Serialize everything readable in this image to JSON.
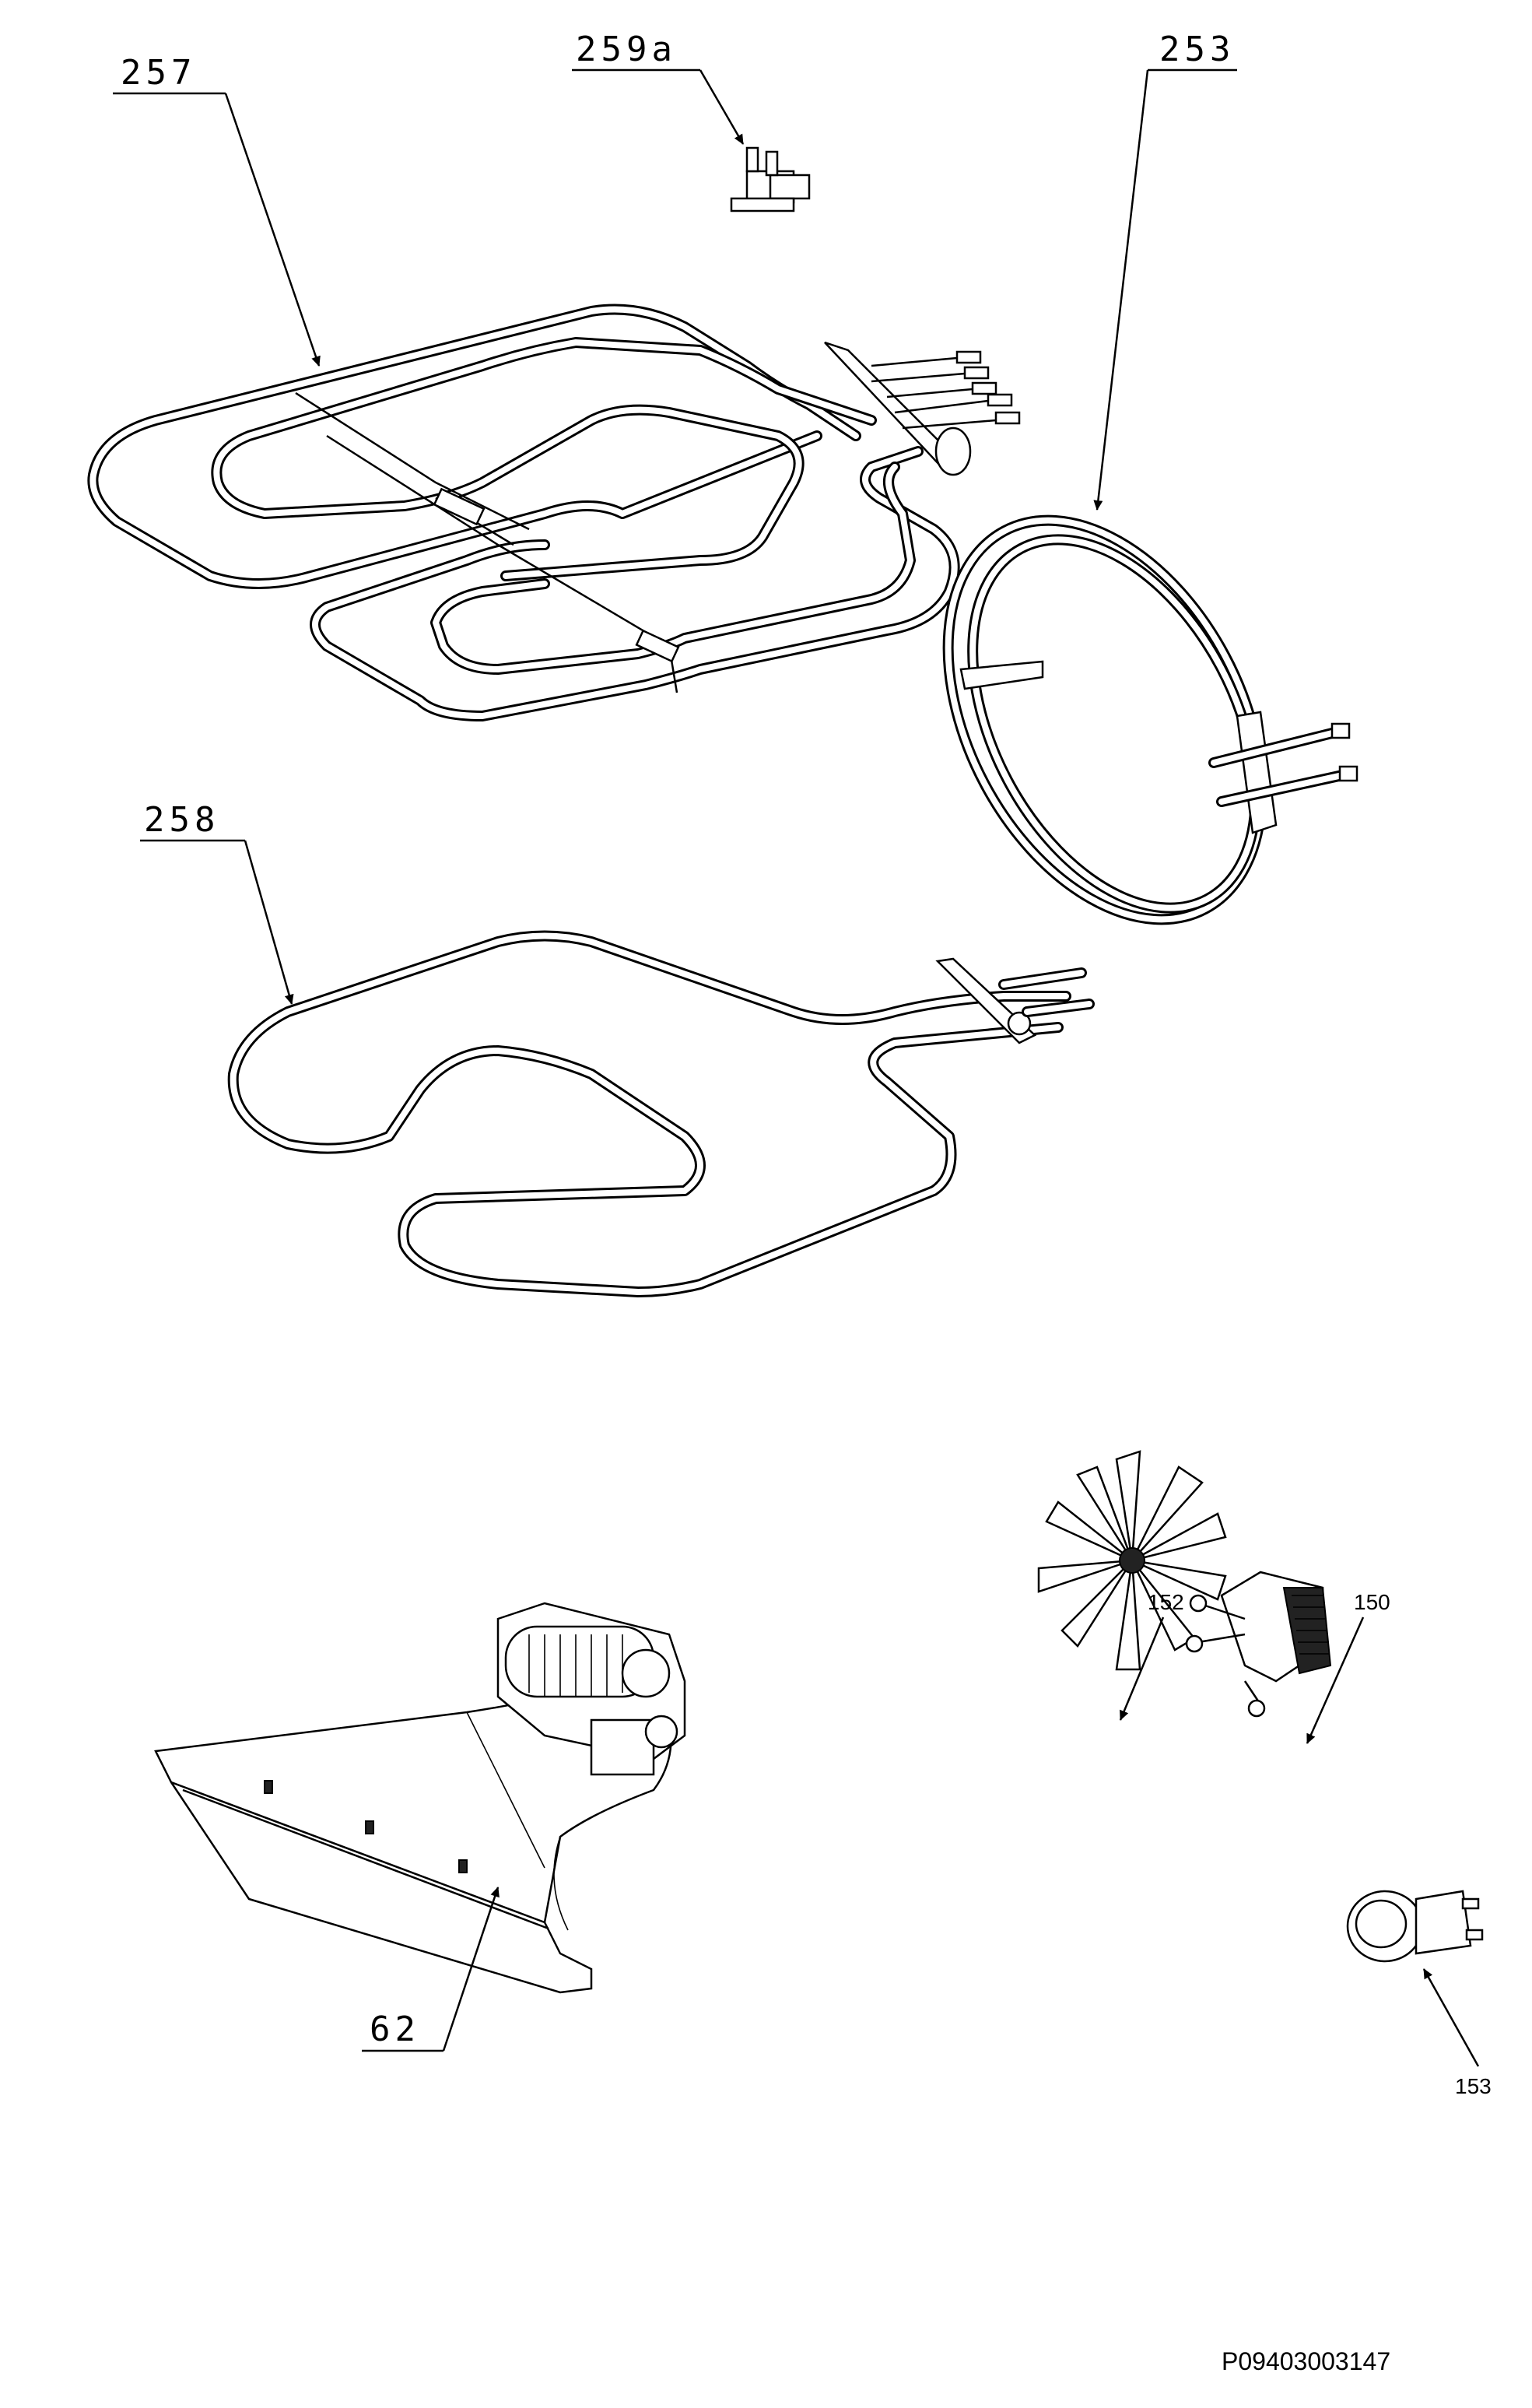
{
  "labels": {
    "p257": "257",
    "p259a": "259a",
    "p253": "253",
    "p258": "258",
    "p62": "62",
    "p152": "152",
    "p150": "150",
    "p153": "153"
  },
  "document_id": "P09403003147"
}
